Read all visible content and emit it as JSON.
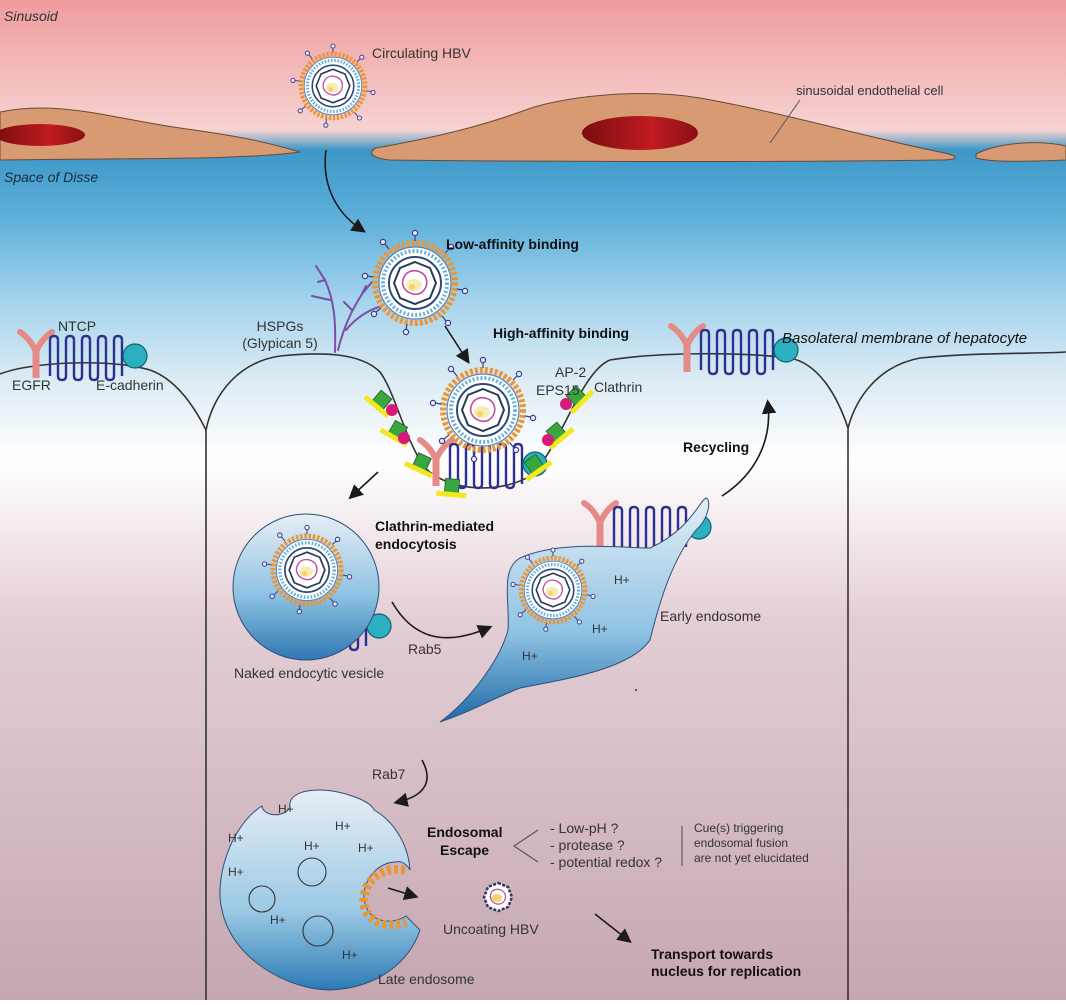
{
  "labels": {
    "sinusoid": "Sinusoid",
    "circulating_hbv": "Circulating HBV",
    "sinusoidal_endothelial_cell": "sinusoidal endothelial cell",
    "space_of_disse": "Space of Disse",
    "low_affinity_binding": "Low-affinity binding",
    "high_affinity_binding": "High-affinity binding",
    "hspgs": "HSPGs",
    "glypican": "(Glypican 5)",
    "ntcp": "NTCP",
    "egfr": "EGFR",
    "e_cadherin": "E-cadherin",
    "basolateral_membrane": "Basolateral membrane of hepatocyte",
    "ap2": "AP-2",
    "eps15": "EPS15",
    "clathrin": "Clathrin",
    "recycling": "Recycling",
    "clathrin_mediated_1": "Clathrin-mediated",
    "clathrin_mediated_2": "endocytosis",
    "naked_vesicle": "Naked endocytic vesicle",
    "rab5": "Rab5",
    "early_endosome": "Early endosome",
    "rab7": "Rab7",
    "endosomal_1": "Endosomal",
    "endosomal_2": "Escape",
    "cue_low_ph": "- Low-pH ?",
    "cue_protease": "- protease ?",
    "cue_redox": "- potential redox ?",
    "note_1": "Cue(s) triggering",
    "note_2": "endosomal fusion",
    "note_3": "are not yet elucidated",
    "uncoating_hbv": "Uncoating HBV",
    "late_endosome": "Late endosome",
    "transport_1": "Transport towards",
    "transport_2": "nucleus for replication",
    "h_plus": "H+"
  },
  "colors": {
    "sinusoid_top": "#f0a3a3",
    "disse_blue": "#3c98c9",
    "cell_mauve": "#cfb3bb",
    "endothelial_cell": "#d79a72",
    "nucleus": "#b3171a",
    "ntcp_blue": "#2b2f8f",
    "egfr_pink": "#e58a86",
    "ecadherin_teal": "#2ab0c0",
    "hspg_purple": "#7a4ea6",
    "clathrin_green": "#3aa63e",
    "ap2_yellow": "#f2e81e",
    "eps15_magenta": "#d6197a",
    "capsid_orange": "#e8963a"
  }
}
